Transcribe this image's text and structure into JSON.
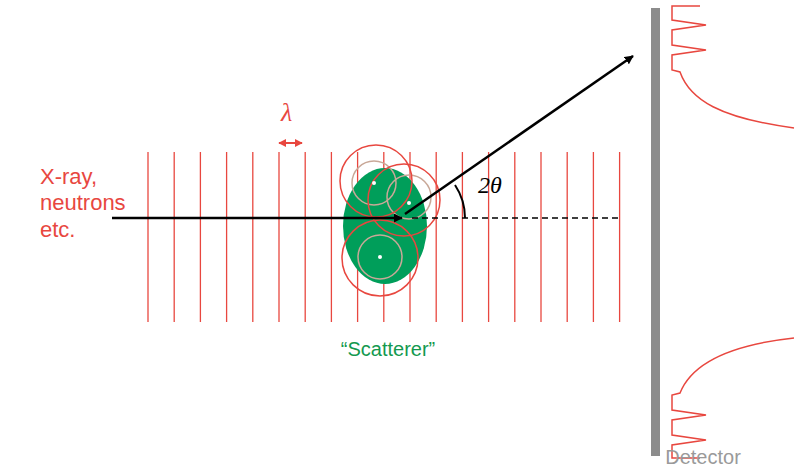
{
  "diagram": {
    "labels": [
      "λ",
      "X-ray, neutrons etc.",
      "2θ",
      "“Scatterer”",
      "Detector"
    ]
  }
}
